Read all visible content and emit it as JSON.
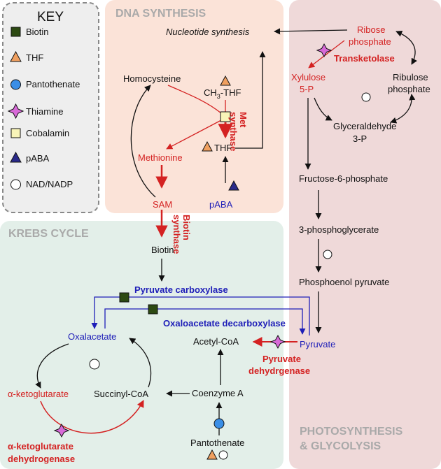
{
  "colors": {
    "dna_bg": "#fbe3d8",
    "krebs_bg": "#e3efe9",
    "photo_bg": "#efd9d9",
    "key_bg": "#eeeeee",
    "red": "#d42222",
    "blue": "#1e1eb8",
    "biotin": "#2d4a12",
    "thf": "#f0a060",
    "pantothenate": "#3a8ee6",
    "thiamine": "#d86ad8",
    "cobalamin": "#f8f4b8",
    "paba": "#2a2a8a",
    "nad": "#ffffff"
  },
  "key": {
    "title": "KEY",
    "items": [
      {
        "label": "Biotin",
        "icon": "square-dark-green"
      },
      {
        "label": "THF",
        "icon": "triangle-orange"
      },
      {
        "label": "Pantothenate",
        "icon": "circle-blue"
      },
      {
        "label": "Thiamine",
        "icon": "diamond-star-purple"
      },
      {
        "label": "Cobalamin",
        "icon": "square-pale-yellow"
      },
      {
        "label": "pABA",
        "icon": "triangle-dark-blue"
      },
      {
        "label": "NAD/NADP",
        "icon": "circle-white"
      }
    ]
  },
  "regions": {
    "dna": "DNA SYNTHESIS",
    "krebs": "KREBS CYCLE",
    "photo_line1": "PHOTOSYNTHESIS",
    "photo_line2": "& GLYCOLYSIS"
  },
  "nodes": {
    "nucleotide": "Nucleotide synthesis",
    "homocysteine": "Homocysteine",
    "ch3thf_pre": "CH",
    "ch3thf_sub": "3",
    "ch3thf_post": "-THF",
    "methionine": "Methionine",
    "thf": "THF",
    "sam": "SAM",
    "paba": "pABA",
    "biotin": "Biotin",
    "ribose_1": "Ribose",
    "ribose_2": "phosphate",
    "xylulose_1": "Xylulose",
    "xylulose_2": "5-P",
    "ribulose_1": "Ribulose",
    "ribulose_2": "phosphate",
    "glyceraldehyde_1": "Glyceraldehyde",
    "glyceraldehyde_2": "3-P",
    "f6p": "Fructose-6-phosphate",
    "pg3": "3-phosphoglycerate",
    "pep": "Phosphoenol pyruvate",
    "oxalacetate": "Oxalacetate",
    "acetylcoa": "Acetyl-CoA",
    "pyruvate": "Pyruvate",
    "akg": "α-ketoglutarate",
    "succinylcoa": "Succinyl-CoA",
    "coenzymea": "Coenzyme A",
    "pantothenate": "Pantothenate"
  },
  "enzymes": {
    "transketolase": "Transketolase",
    "met_synthase_1": "Met",
    "met_synthase_2": "synthase",
    "biotin_synthase_1": "Biotin",
    "biotin_synthase_2": "synthase",
    "pyruvate_carboxylase": "Pyruvate carboxylase",
    "oxaloacetate_decarboxylase": "Oxaloacetate decarboxylase",
    "pyruvate_dehydrogenase_1": "Pyruvate",
    "pyruvate_dehydrogenase_2": "dehydrgenase",
    "akg_dehydrogenase_1": "α-ketoglutarate",
    "akg_dehydrogenase_2": "dehydrogenase"
  }
}
